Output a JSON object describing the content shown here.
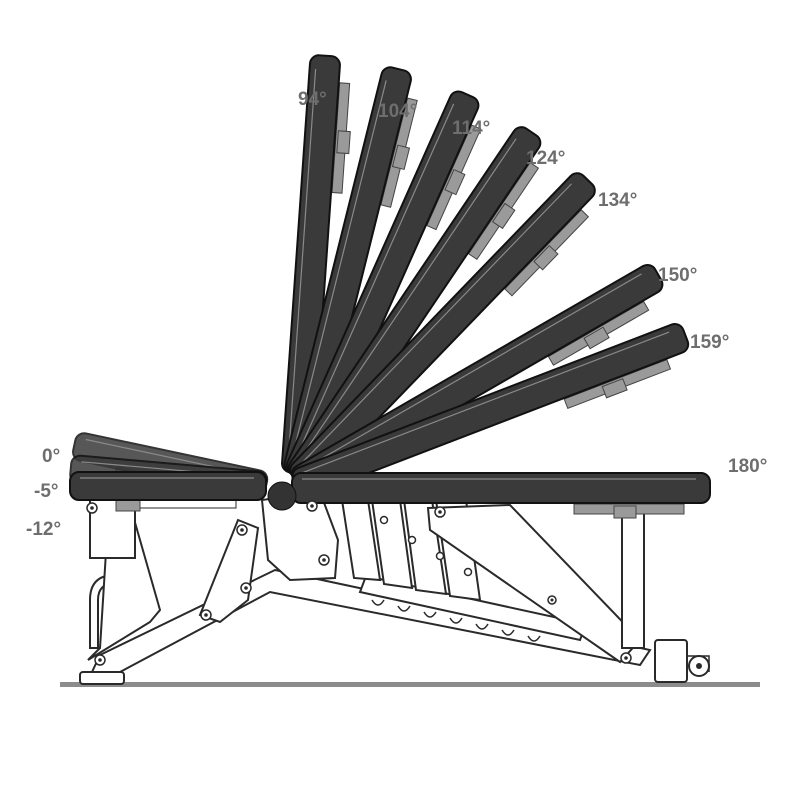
{
  "back_angles": [
    {
      "label": "94°",
      "angle": 94
    },
    {
      "label": "104°",
      "angle": 104
    },
    {
      "label": "114°",
      "angle": 114
    },
    {
      "label": "124°",
      "angle": 124
    },
    {
      "label": "134°",
      "angle": 134
    },
    {
      "label": "150°",
      "angle": 150
    },
    {
      "label": "159°",
      "angle": 159
    },
    {
      "label": "180°",
      "angle": 180
    }
  ],
  "seat_angles": [
    {
      "label": "0°",
      "angle": 0
    },
    {
      "label": "-5°",
      "angle": -5
    },
    {
      "label": "-12°",
      "angle": -12
    }
  ],
  "colors": {
    "pad": "#3a3a3a",
    "label": "#6e6e6e",
    "frame": "#2a2a2a",
    "floor": "#8c8c8c"
  }
}
